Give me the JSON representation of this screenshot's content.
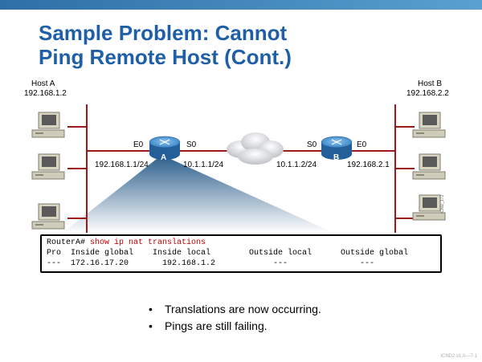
{
  "title": {
    "line1": "Sample Problem: Cannot",
    "line2": "Ping Remote Host (Cont.)"
  },
  "diagram": {
    "host_a": {
      "label": "Host A",
      "ip": "192.168.1.2"
    },
    "host_b": {
      "label": "Host B",
      "ip": "192.168.2.2"
    },
    "router_a": {
      "name": "A",
      "e0": "E0",
      "s0": "S0",
      "e0_ip": "192.168.1.1/24",
      "s0_ip": "10.1.1.1/24"
    },
    "router_b": {
      "name": "B",
      "e0": "E0",
      "s0": "S0",
      "e0_ip": "192.168.2.1",
      "s0_ip": "10.1.1.2/24"
    },
    "figure_code": "ICND_172"
  },
  "terminal": {
    "prompt": "RouterA#",
    "command": "show ip nat translations",
    "headers": [
      "Pro",
      "Inside global",
      "Inside local",
      "Outside local",
      "Outside global"
    ],
    "rows": [
      [
        "---",
        "172.16.17.20",
        "192.168.1.2",
        "---",
        "---"
      ]
    ]
  },
  "bullets": [
    "Translations are now occurring.",
    "Pings are still failing."
  ],
  "footer": "ICND2 v1.0—7-1",
  "colors": {
    "title": "#1f5fa8",
    "router": "#2f7fc4",
    "command": "#c00000",
    "network_line": "#9b1b1b",
    "callout_top": "#2a5d8a"
  }
}
